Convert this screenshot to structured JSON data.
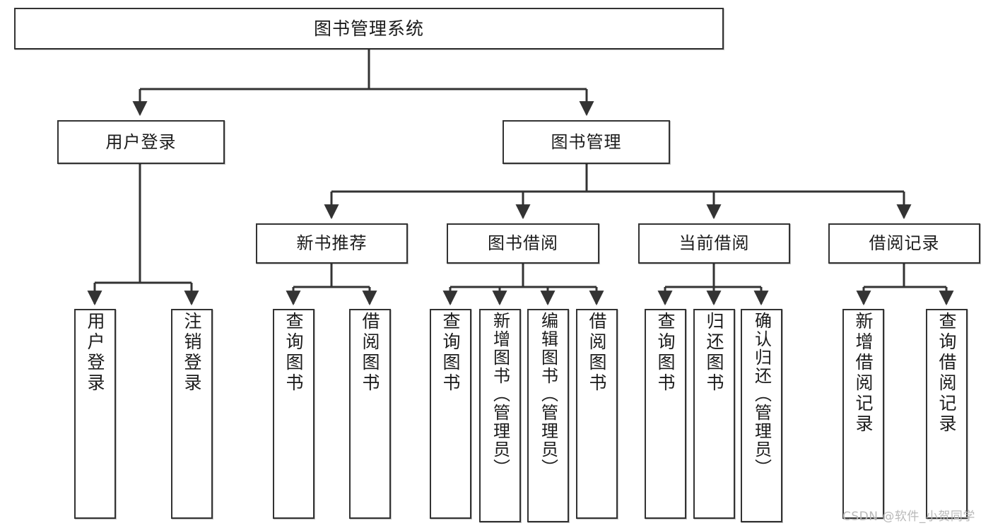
{
  "diagram": {
    "type": "tree",
    "title": "图书管理系统",
    "orientation": "top-down",
    "colors": {
      "box_border": "#333333",
      "box_fill": "#ffffff",
      "edge": "#333333",
      "text": "#1b1b1b",
      "watermark": "#b9b9b9",
      "background": "#ffffff"
    },
    "watermark": "CSDN @软件_小贺同学"
  },
  "nodes": {
    "root": {
      "label": "图书管理系统",
      "level": 0
    },
    "level1": [
      {
        "id": "user-login",
        "label": "用户登录"
      },
      {
        "id": "book-manage",
        "label": "图书管理"
      }
    ],
    "level2": [
      {
        "id": "new-book-recommend",
        "label": "新书推荐",
        "parent": "book-manage"
      },
      {
        "id": "book-borrow",
        "label": "图书借阅",
        "parent": "book-manage"
      },
      {
        "id": "current-borrow",
        "label": "当前借阅",
        "parent": "book-manage"
      },
      {
        "id": "borrow-record",
        "label": "借阅记录",
        "parent": "book-manage"
      }
    ],
    "leaves": {
      "user_login": [
        {
          "id": "leaf-user-login",
          "label": "用户登录"
        },
        {
          "id": "leaf-logout-login",
          "label": "注销登录"
        }
      ],
      "new_book_recommend": [
        {
          "id": "leaf-query-book-1",
          "label": "查询图书"
        },
        {
          "id": "leaf-borrow-book-1",
          "label": "借阅图书"
        }
      ],
      "book_borrow": [
        {
          "id": "leaf-query-book-2",
          "label": "查询图书"
        },
        {
          "id": "leaf-add-book",
          "label": "新增图书（管理员）"
        },
        {
          "id": "leaf-edit-book",
          "label": "编辑图书（管理员）"
        },
        {
          "id": "leaf-borrow-book-2",
          "label": "借阅图书"
        }
      ],
      "current_borrow": [
        {
          "id": "leaf-query-book-3",
          "label": "查询图书"
        },
        {
          "id": "leaf-return-book",
          "label": "归还图书"
        },
        {
          "id": "leaf-confirm-return",
          "label": "确认归还（管理员）"
        }
      ],
      "borrow_record": [
        {
          "id": "leaf-add-record",
          "label": "新增借阅记录"
        },
        {
          "id": "leaf-query-record",
          "label": "查询借阅记录"
        }
      ]
    }
  }
}
